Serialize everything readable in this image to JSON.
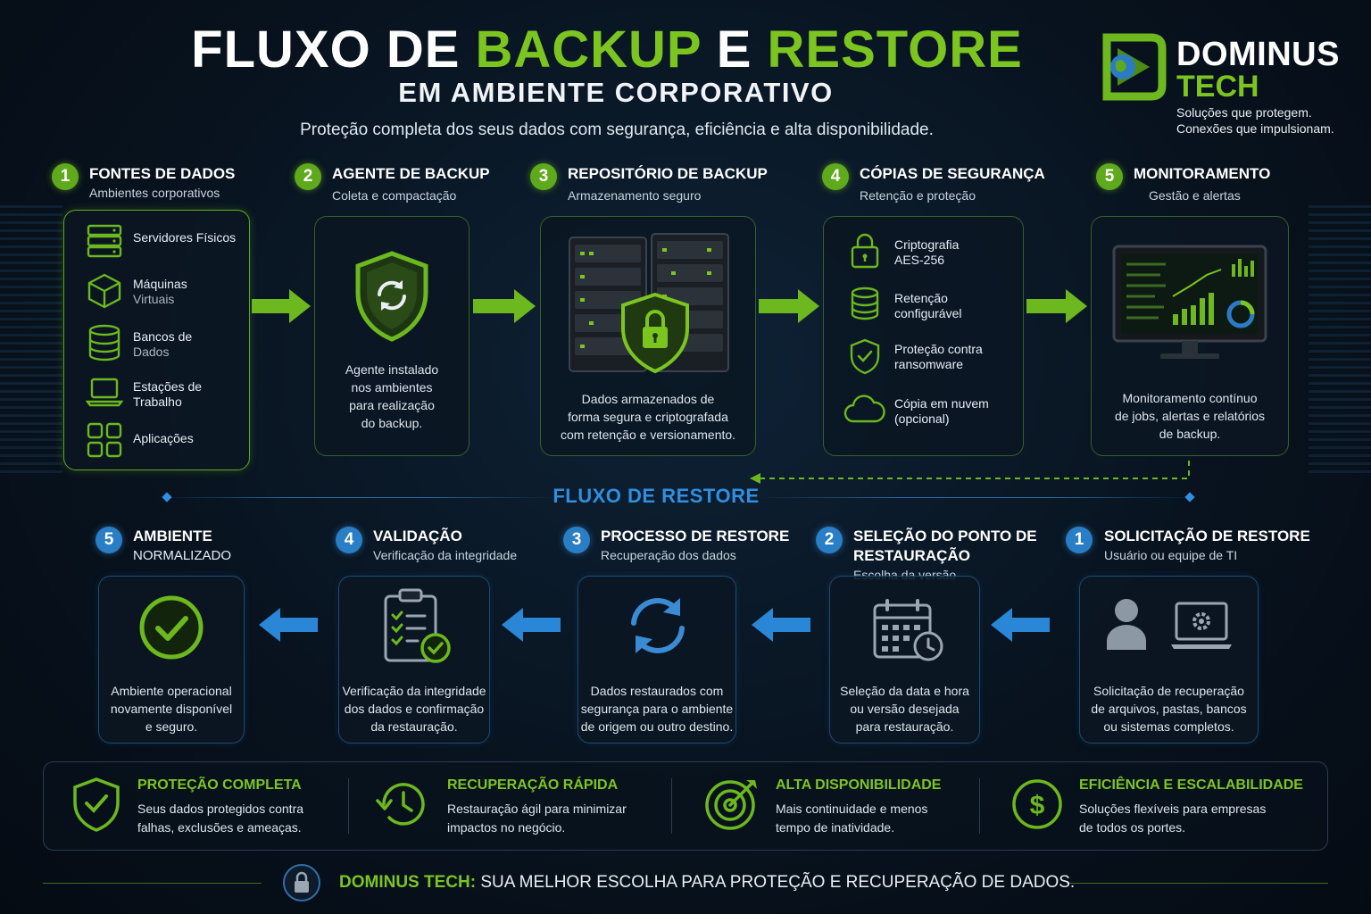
{
  "header": {
    "title_part1": "FLUXO DE ",
    "title_part2": "BACKUP",
    "title_part3": " E ",
    "title_part4": "RESTORE",
    "subtitle": "EM AMBIENTE CORPORATIVO",
    "tagline": "Proteção completa dos seus dados com segurança, eficiência e alta disponibilidade."
  },
  "brand": {
    "name1": "DOMINUS",
    "name2": "TECH",
    "slogan1": "Soluções que protegem.",
    "slogan2": "Conexões que impulsionam."
  },
  "backup_steps": [
    {
      "num": "1",
      "title": "FONTES DE DADOS",
      "subtitle": "Ambientes corporativos"
    },
    {
      "num": "2",
      "title": "AGENTE DE BACKUP",
      "subtitle": "Coleta e compactação",
      "desc": [
        "Agente instalado",
        "nos ambientes",
        "para realização",
        "do backup."
      ]
    },
    {
      "num": "3",
      "title": "REPOSITÓRIO DE BACKUP",
      "subtitle": "Armazenamento seguro",
      "desc": [
        "Dados armazenados de",
        "forma segura e criptografada",
        "com retenção e versionamento."
      ]
    },
    {
      "num": "4",
      "title": "CÓPIAS DE SEGURANÇA",
      "subtitle": "Retenção e proteção"
    },
    {
      "num": "5",
      "title": "MONITORAMENTO",
      "subtitle": "Gestão e alertas",
      "desc": [
        "Monitoramento contínuo",
        "de jobs, alertas e relatórios",
        "de backup."
      ]
    }
  ],
  "sources": [
    {
      "l1": "Servidores Físicos",
      "l2": ""
    },
    {
      "l1": "Máquinas",
      "l2": "Virtuais"
    },
    {
      "l1": "Bancos de",
      "l2": "Dados"
    },
    {
      "l1": "Estações de",
      "l2": "Trabalho"
    },
    {
      "l1": "Aplicações",
      "l2": ""
    }
  ],
  "copies": [
    {
      "l1": "Criptografia",
      "l2": "AES-256"
    },
    {
      "l1": "Retenção",
      "l2": "configurável"
    },
    {
      "l1": "Proteção contra",
      "l2": "ransomware"
    },
    {
      "l1": "Cópia em nuvem",
      "l2": "(opcional)"
    }
  ],
  "restore_title": "FLUXO DE RESTORE",
  "restore_steps": [
    {
      "num": "1",
      "title": "SOLICITAÇÃO DE RESTORE",
      "subtitle": "Usuário ou equipe de TI",
      "desc": [
        "Solicitação de recuperação",
        "de arquivos, pastas, bancos",
        "ou sistemas completos."
      ]
    },
    {
      "num": "2",
      "title": "SELEÇÃO DO PONTO DE",
      "title2": "RESTAURAÇÃO",
      "subtitle": "Escolha da versão",
      "desc": [
        "Seleção da data e hora",
        "ou versão desejada",
        "para restauração."
      ]
    },
    {
      "num": "3",
      "title": "PROCESSO DE RESTORE",
      "subtitle": "Recuperação dos dados",
      "desc": [
        "Dados restaurados com",
        "segurança para o ambiente",
        "de origem ou outro destino."
      ]
    },
    {
      "num": "4",
      "title": "VALIDAÇÃO",
      "subtitle": "Verificação da integridade",
      "desc": [
        "Verificação da integridade",
        "dos dados e confirmação",
        "da restauração."
      ]
    },
    {
      "num": "5",
      "title": "AMBIENTE",
      "subtitle": "NORMALIZADO",
      "desc": [
        "Ambiente operacional",
        "novamente disponível",
        "e seguro."
      ]
    }
  ],
  "benefits": [
    {
      "title": "PROTEÇÃO COMPLETA",
      "l1": "Seus dados protegidos contra",
      "l2": "falhas, exclusões e ameaças."
    },
    {
      "title": "RECUPERAÇÃO RÁPIDA",
      "l1": "Restauração ágil para minimizar",
      "l2": "impactos no negócio."
    },
    {
      "title": "ALTA DISPONIBILIDADE",
      "l1": "Mais continuidade e menos",
      "l2": "tempo de inatividade."
    },
    {
      "title": "EFICIÊNCIA E ESCALABILIDADE",
      "l1": "Soluções flexíveis para empresas",
      "l2": "de todos os portes."
    }
  ],
  "footer": {
    "brand": "DOMINUS TECH:",
    "text": " SUA MELHOR ESCOLHA PARA PROTEÇÃO E RECUPERAÇÃO DE DADOS."
  },
  "colors": {
    "accent_green": "#7cc520",
    "accent_blue": "#2f8fe0",
    "background": "#08131f"
  }
}
